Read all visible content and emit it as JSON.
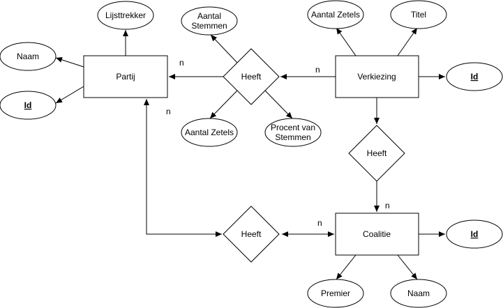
{
  "diagram": {
    "entities": {
      "partij": "Partij",
      "verkiezing": "Verkiezing",
      "coalitie": "Coalitie"
    },
    "relationships": {
      "top": "Heeft",
      "right": "Heeft",
      "bottom": "Heeft"
    },
    "attributes": {
      "lijsttrekker": "Lijsttrekker",
      "partij_naam": "Naam",
      "partij_id": "Id",
      "aantal_stemmen_line1": "Aantal",
      "aantal_stemmen_line2": "Stemmen",
      "heeft_aantal_zetels": "Aantal Zetels",
      "procent_line1": "Procent van",
      "procent_line2": "Stemmen",
      "verkiezing_aantal_zetels": "Aantal Zetels",
      "verkiezing_titel": "Titel",
      "verkiezing_id": "Id",
      "coalitie_id": "Id",
      "coalitie_premier": "Premier",
      "coalitie_naam": "Naam"
    },
    "cardinalities": {
      "partij_top": "n",
      "partij_bottom": "n",
      "verkiezing_top": "n",
      "coalitie_top": "n",
      "coalitie_left": "n"
    }
  },
  "colors": {
    "stroke": "#000000",
    "background": "#ffffff"
  }
}
